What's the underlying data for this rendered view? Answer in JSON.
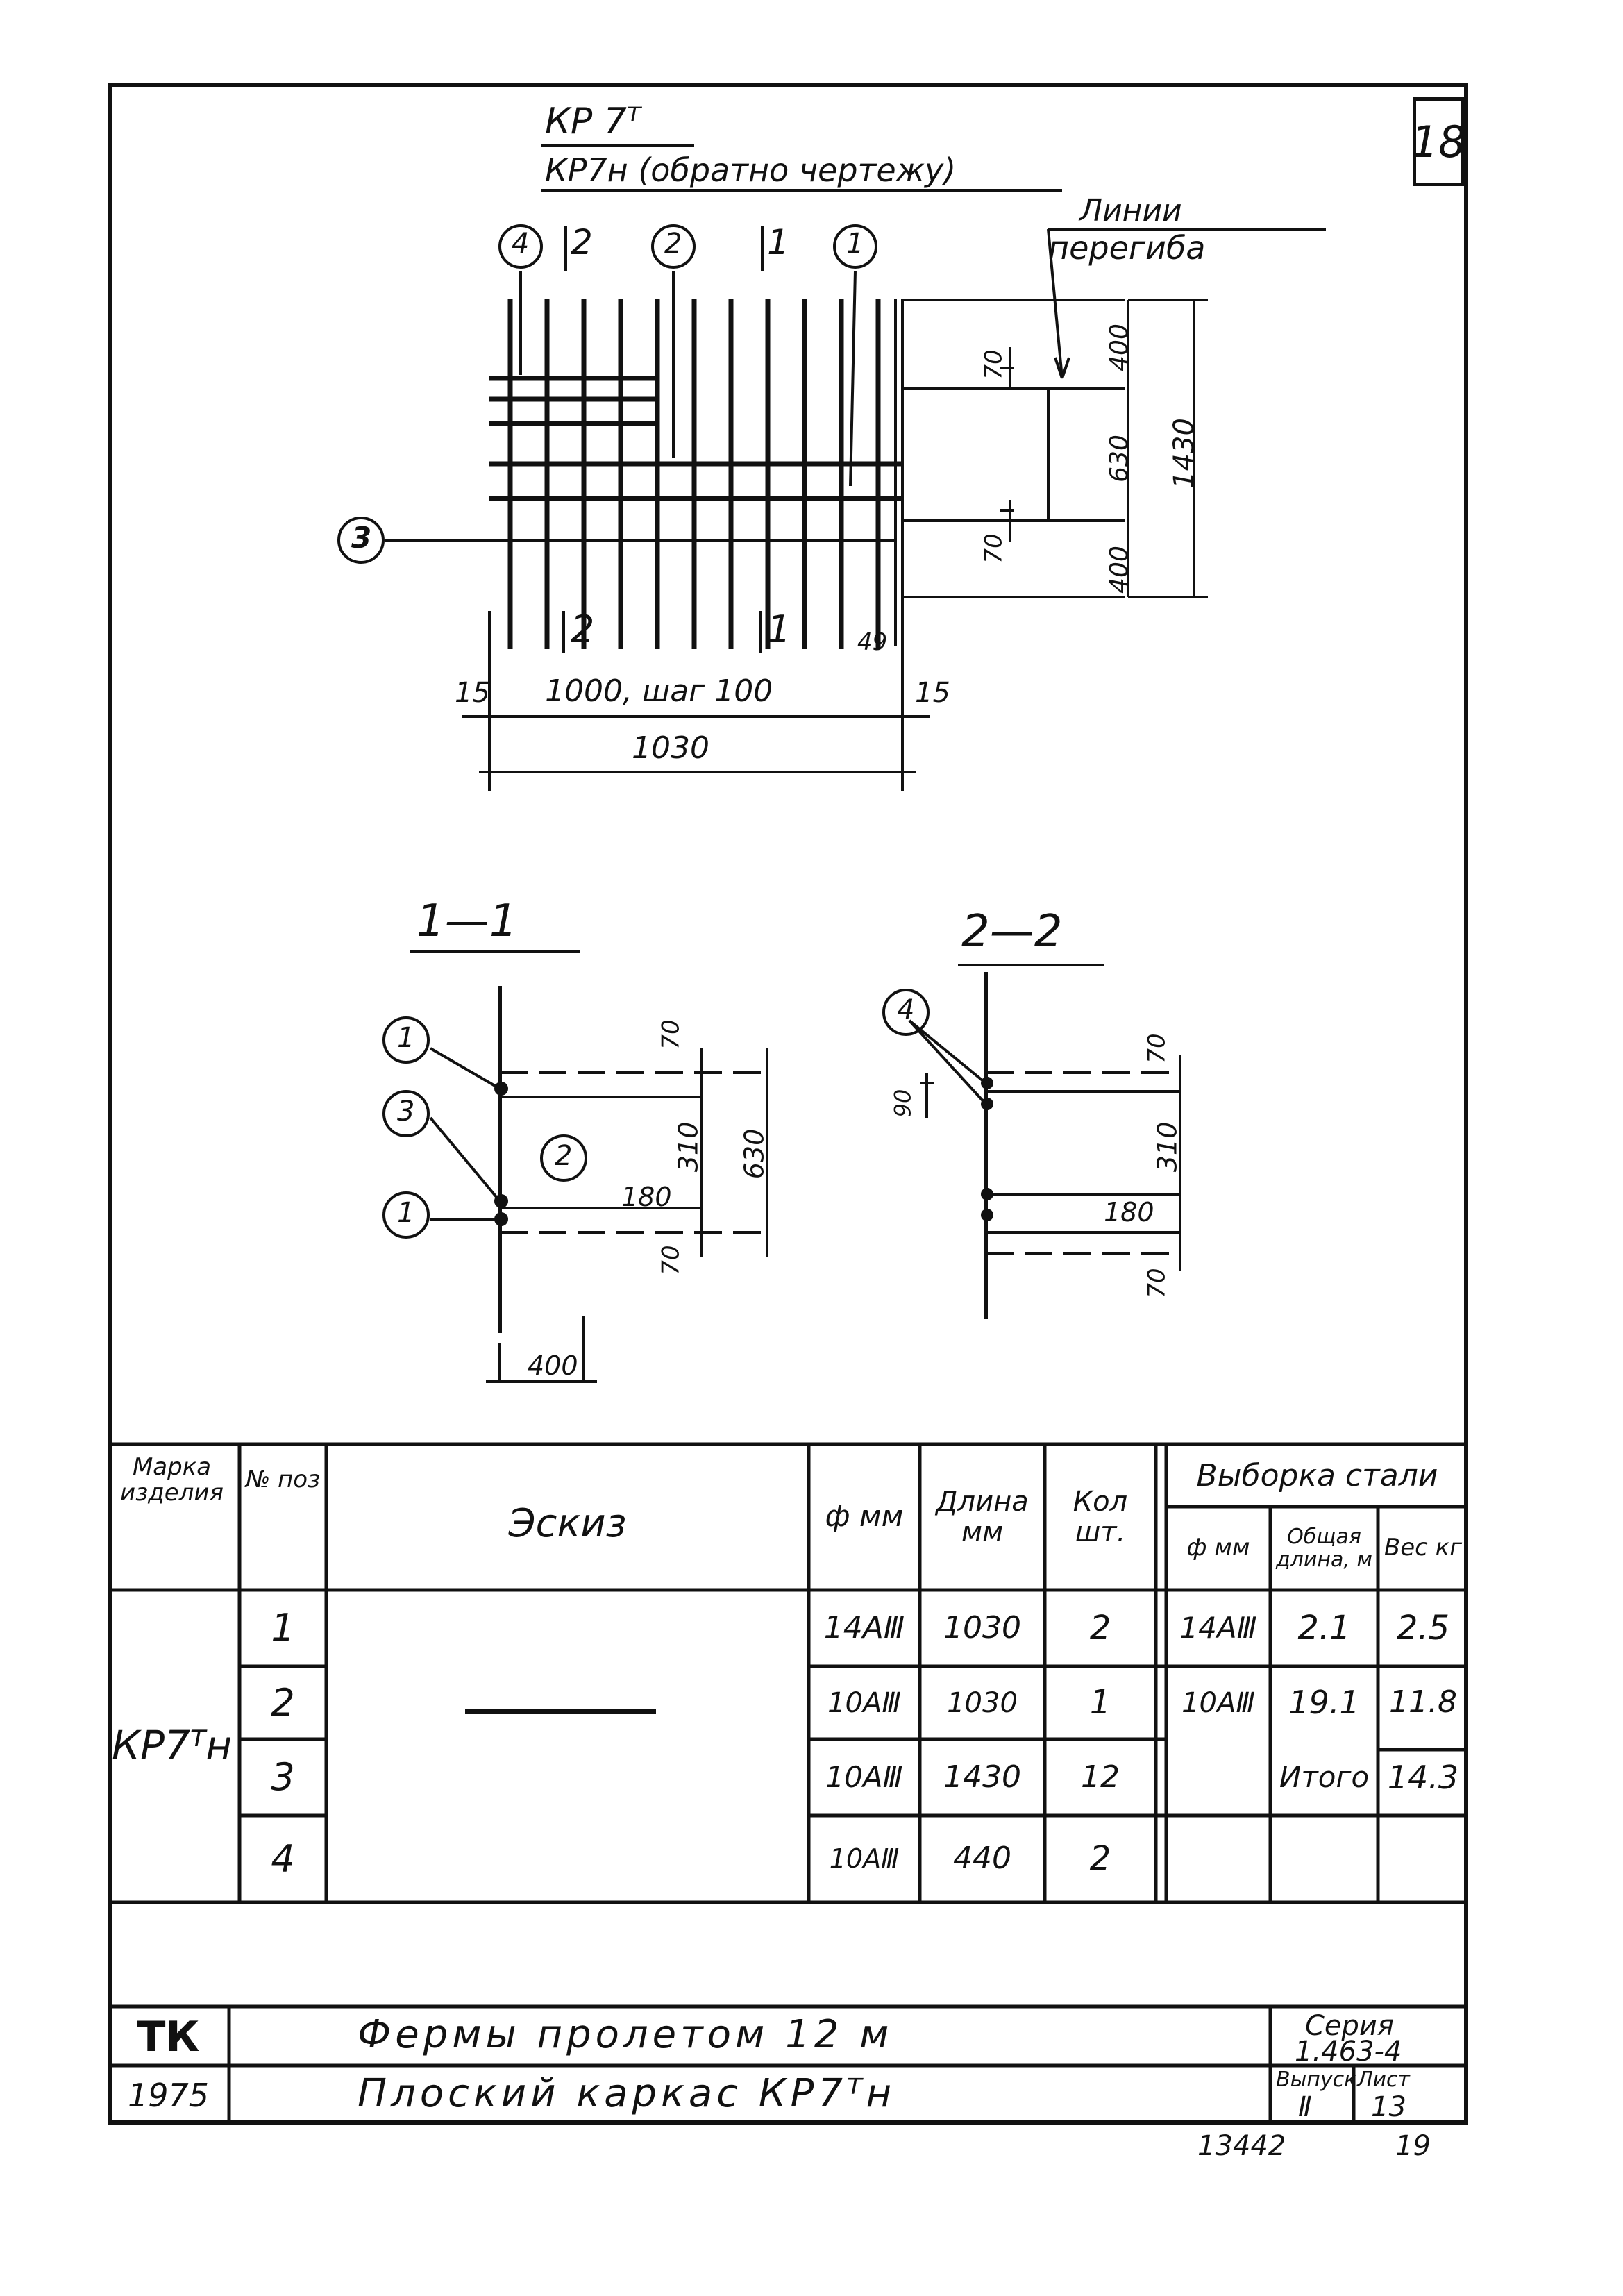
{
  "sheet_number": "18",
  "drawing": {
    "title_main": "КР 7ᵀ",
    "title_sub": "КР7н (обратно чертежу)",
    "bend_label_1": "Линии",
    "bend_label_2": "перегиба",
    "callouts_top": [
      "4",
      "2",
      "2",
      "1",
      "1"
    ],
    "callout_3": "3",
    "section_marks": [
      "2",
      "2",
      "1",
      "1"
    ],
    "dims": {
      "d400a": "400",
      "d630": "630",
      "d400b": "400",
      "d1430": "1430",
      "d70a": "70",
      "d70b": "70",
      "d15a": "15",
      "d15b": "15",
      "d49": "49",
      "step": "1000, шаг 100",
      "d1030": "1030"
    }
  },
  "section_1": {
    "title": "1—1",
    "callouts": [
      "1",
      "3",
      "2",
      "1"
    ],
    "dims": {
      "d70a": "70",
      "d310": "310",
      "d630": "630",
      "d180": "180",
      "d70b": "70",
      "d400": "400"
    }
  },
  "section_2": {
    "title": "2—2",
    "callout": "4",
    "dims": {
      "d90": "90",
      "d70a": "70",
      "d310": "310",
      "d180": "180",
      "d70b": "70"
    }
  },
  "spec_table": {
    "headers": {
      "mark": "Марка изделия",
      "pos": "№ поз",
      "sketch": "Эскиз",
      "dia": "ф мм",
      "length": "Длина мм",
      "qty": "Кол шт.",
      "steel": "Выборка стали",
      "steel_dia": "ф мм",
      "steel_len": "Общая длина, м",
      "steel_wt": "Вес кг"
    },
    "mark_value": "КР7ᵀн",
    "rows": [
      {
        "pos": "1",
        "dia": "14АⅢ",
        "length": "1030",
        "qty": "2",
        "s_dia": "14АⅢ",
        "s_len": "2.1",
        "s_wt": "2.5"
      },
      {
        "pos": "2",
        "dia": "10АⅢ",
        "length": "1030",
        "qty": "1",
        "s_dia": "10АⅢ",
        "s_len": "19.1",
        "s_wt": "11.8"
      },
      {
        "pos": "3",
        "dia": "10АⅢ",
        "length": "1430",
        "qty": "12",
        "s_dia": "",
        "s_len": "Итого",
        "s_wt": "14.3"
      },
      {
        "pos": "4",
        "dia": "10АⅢ",
        "length": "440",
        "qty": "2",
        "s_dia": "",
        "s_len": "",
        "s_wt": ""
      }
    ]
  },
  "title_block": {
    "org": "ТК",
    "year": "1975",
    "line1": "Фермы пролетом 12 м",
    "line2": "Плоский каркас КР7ᵀн",
    "series_label": "Серия",
    "series_value": "1.463-4",
    "issue_label": "Выпуск",
    "issue_value": "Ⅱ",
    "sheet_label": "Лист",
    "sheet_value": "13"
  },
  "footer": {
    "inv": "13442",
    "page": "19"
  }
}
